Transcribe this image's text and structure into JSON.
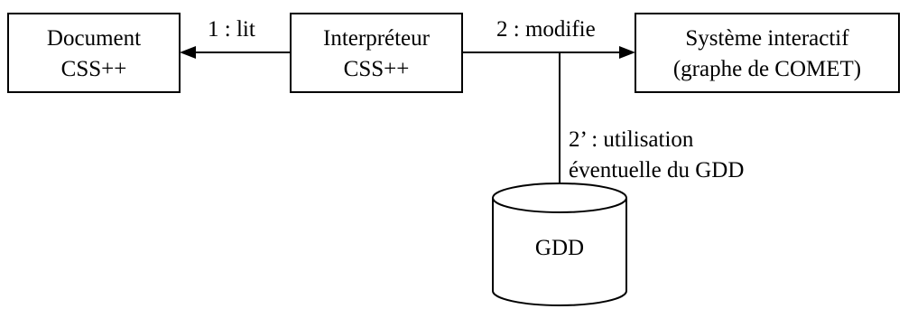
{
  "nodes": {
    "document": {
      "line1": "Document",
      "line2": "CSS++"
    },
    "interpreter": {
      "line1": "Interpréteur",
      "line2": "CSS++"
    },
    "system": {
      "line1": "Système interactif",
      "line2": "(graphe de COMET)"
    },
    "database": {
      "label": "GDD"
    }
  },
  "edges": {
    "reads": {
      "label": "1 : lit"
    },
    "modifies": {
      "label": "2 : modifie"
    },
    "uses": {
      "line1": "2’ : utilisation",
      "line2": "éventuelle du GDD"
    }
  }
}
